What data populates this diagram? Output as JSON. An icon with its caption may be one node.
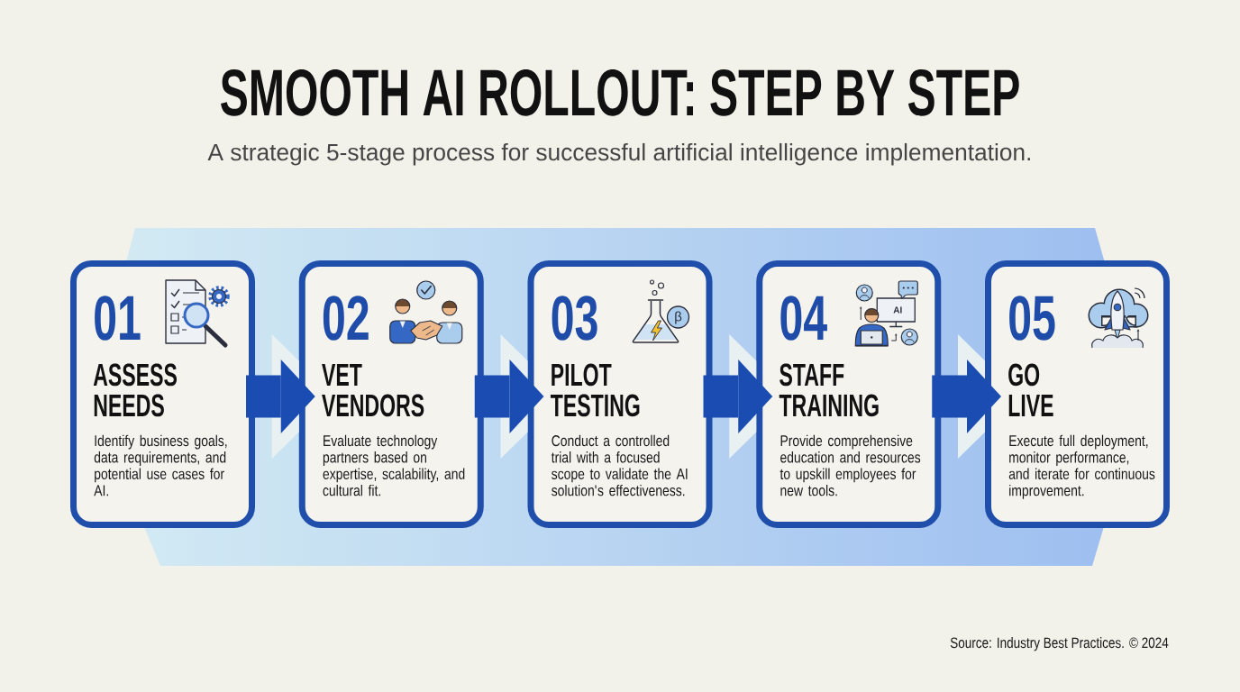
{
  "diagram": {
    "title": "SMOOTH AI ROLLOUT: STEP BY STEP",
    "nodes": [
      {
        "text": [
          "01",
          "ASSESS NEEDS",
          "Identify business goals, data requirements, and potential use cases for AI."
        ]
      },
      {
        "text": [
          "02",
          "VET VENDORS",
          "Evaluate technology partners based on expertise, scalability, and cultural fit."
        ]
      },
      {
        "text": [
          "03",
          "PILOT TESTING",
          "Conduct a controlled trial with a focused scope to validate the AI solution's effectiveness."
        ]
      },
      {
        "text": [
          "04",
          "STAFF TRAINING",
          "Provide comprehensive education and resources to upskill employees for new tools."
        ]
      },
      {
        "text": [
          "05",
          "GO LIVE",
          "Execute full deployment, monitor performance, and iterate for continuous improvement."
        ]
      }
    ],
    "edges": [
      {
        "from": 0,
        "to": 1,
        "arrow": "to"
      },
      {
        "from": 1,
        "to": 2,
        "arrow": "to"
      },
      {
        "from": 2,
        "to": 3,
        "arrow": "to"
      },
      {
        "from": 3,
        "to": 4,
        "arrow": "to"
      }
    ],
    "labels": [
      "A strategic 5-stage process for successful artificial intelligence implementation.",
      "β",
      "AI",
      "Source: Industry Best Practices. © 2024"
    ]
  }
}
